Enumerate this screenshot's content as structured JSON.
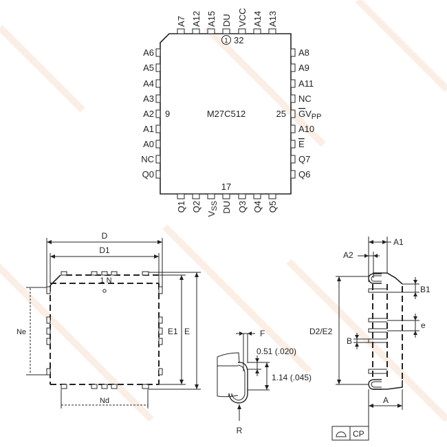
{
  "pinout": {
    "chip_name": "M27C512",
    "pin1_marker": "1",
    "pin_numbers": {
      "top": "32",
      "left": "9",
      "right": "25",
      "bottom": "17"
    },
    "top_pins": [
      {
        "main": "A7"
      },
      {
        "main": "A12"
      },
      {
        "main": "A15"
      },
      {
        "main": "DU"
      },
      {
        "main": "VCC"
      },
      {
        "main": "A14"
      },
      {
        "main": "A13"
      }
    ],
    "left_pins": [
      {
        "main": "A6"
      },
      {
        "main": "A5"
      },
      {
        "main": "A4"
      },
      {
        "main": "A3"
      },
      {
        "main": "A2"
      },
      {
        "main": "A1"
      },
      {
        "main": "A0"
      },
      {
        "main": "NC"
      },
      {
        "main": "Q0"
      }
    ],
    "right_pins": [
      {
        "main": "A8"
      },
      {
        "main": "A9"
      },
      {
        "main": "A11"
      },
      {
        "main": "NC"
      },
      {
        "main": "G",
        "over": true,
        "suffix": "V",
        "sub": "PP"
      },
      {
        "main": "A10"
      },
      {
        "main": "E",
        "over": true
      },
      {
        "main": "Q7"
      },
      {
        "main": "Q6"
      }
    ],
    "bottom_pins": [
      {
        "main": "Q1"
      },
      {
        "main": "Q2"
      },
      {
        "main": "V",
        "sub": "SS"
      },
      {
        "main": "DU"
      },
      {
        "main": "Q3"
      },
      {
        "main": "Q4"
      },
      {
        "main": "Q5"
      }
    ]
  },
  "package_top": {
    "D": "D",
    "D1": "D1",
    "E1": "E1",
    "E": "E",
    "Ne": "Ne",
    "Nd": "Nd",
    "pin_mark": "1 N"
  },
  "lead_detail": {
    "F": "F",
    "dim1": "0.51 (.020)",
    "dim2": "1.14 (.045)",
    "R": "R"
  },
  "package_side": {
    "A1": "A1",
    "A2": "A2",
    "B1": "B1",
    "e": "e",
    "B": "B",
    "D2E2": "D2/E2",
    "A": "A",
    "CP": "CP"
  }
}
